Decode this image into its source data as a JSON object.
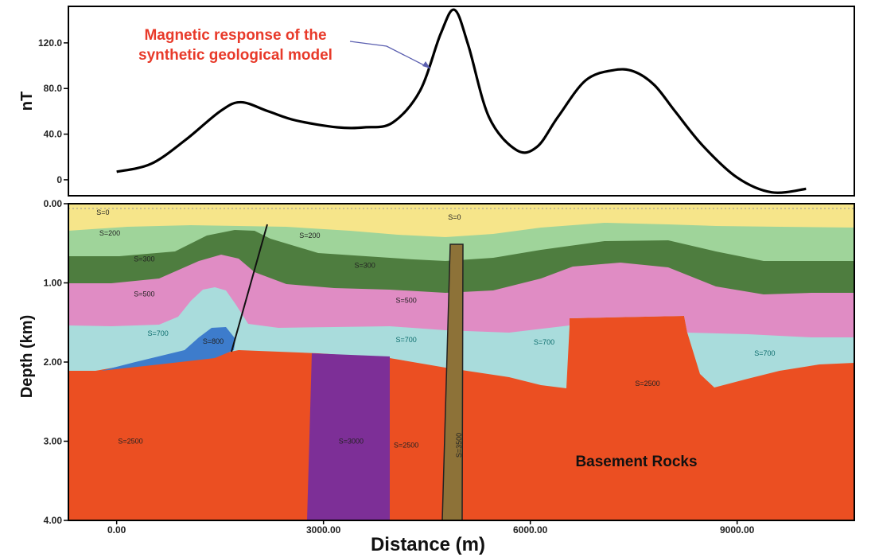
{
  "chart_data": [
    {
      "type": "line",
      "title": "",
      "xlabel": "",
      "ylabel": "nT",
      "ylim": [
        -14,
        152
      ],
      "xlim": [
        -700,
        10700
      ],
      "y_ticks": [
        "0",
        "40.0",
        "80.0",
        "120.0"
      ],
      "grid": false,
      "annotation": "Magnetic response of the synthetic geological model",
      "series": [
        {
          "name": "",
          "x": [
            0,
            500,
            1000,
            1500,
            1800,
            2200,
            2600,
            3200,
            3600,
            4000,
            4400,
            4700,
            4900,
            5100,
            5400,
            5800,
            6100,
            6400,
            6800,
            7200,
            7500,
            7800,
            8100,
            8500,
            9000,
            9500,
            10000
          ],
          "y": [
            7,
            14,
            35,
            60,
            68,
            60,
            52,
            46,
            46,
            50,
            78,
            128,
            149,
            118,
            55,
            26,
            29,
            55,
            87,
            96,
            95,
            83,
            60,
            30,
            2,
            -11,
            -8
          ]
        }
      ]
    },
    {
      "type": "area",
      "title": "",
      "xlabel": "Distance (m)",
      "ylabel": "Depth (km)",
      "xlim": [
        -700,
        10700
      ],
      "ylim": [
        4.0,
        0.0
      ],
      "x_ticks": [
        "0.00",
        "3000.00",
        "6000.00",
        "9000.00"
      ],
      "y_ticks": [
        "0.00",
        "1.00",
        "2.00",
        "3.00",
        "4.00"
      ],
      "grid": false,
      "annotation": "Basement Rocks",
      "layers": [
        {
          "label": "S=0",
          "color": "#f6e58a"
        },
        {
          "label": "S=200",
          "color": "#9fd49a"
        },
        {
          "label": "S=300",
          "color": "#4e7d3f"
        },
        {
          "label": "S=500",
          "color": "#e08cc4"
        },
        {
          "label": "S=700",
          "color": "#a9dcdc"
        },
        {
          "label": "S=800",
          "color": "#3d7ccc"
        },
        {
          "label": "S=2500",
          "color": "#eb4f22"
        },
        {
          "label": "S=3000",
          "color": "#7d2f97"
        },
        {
          "label": "S=3500",
          "color": "#8d7238"
        }
      ],
      "labels": [
        {
          "text": "S=0",
          "x": -200,
          "y": 0.14
        },
        {
          "text": "S=0",
          "x": 4900,
          "y": 0.2
        },
        {
          "text": "S=200",
          "x": -100,
          "y": 0.4
        },
        {
          "text": "S=200",
          "x": 2800,
          "y": 0.43
        },
        {
          "text": "S=300",
          "x": 400,
          "y": 0.73
        },
        {
          "text": "S=300",
          "x": 3600,
          "y": 0.81
        },
        {
          "text": "S=500",
          "x": 400,
          "y": 1.17
        },
        {
          "text": "S=500",
          "x": 4200,
          "y": 1.25
        },
        {
          "text": "S=700",
          "x": 600,
          "y": 1.67
        },
        {
          "text": "S=800",
          "x": 1400,
          "y": 1.77
        },
        {
          "text": "S=700",
          "x": 4200,
          "y": 1.75
        },
        {
          "text": "S=700",
          "x": 6200,
          "y": 1.78
        },
        {
          "text": "S=700",
          "x": 9400,
          "y": 1.92
        },
        {
          "text": "S=2500",
          "x": 7700,
          "y": 2.3
        },
        {
          "text": "S=2500",
          "x": 200,
          "y": 3.03
        },
        {
          "text": "S=3000",
          "x": 3400,
          "y": 3.03
        },
        {
          "text": "S=2500",
          "x": 4200,
          "y": 3.08
        },
        {
          "text": "S=3500",
          "x": 5000,
          "y": 3.05
        }
      ]
    }
  ]
}
